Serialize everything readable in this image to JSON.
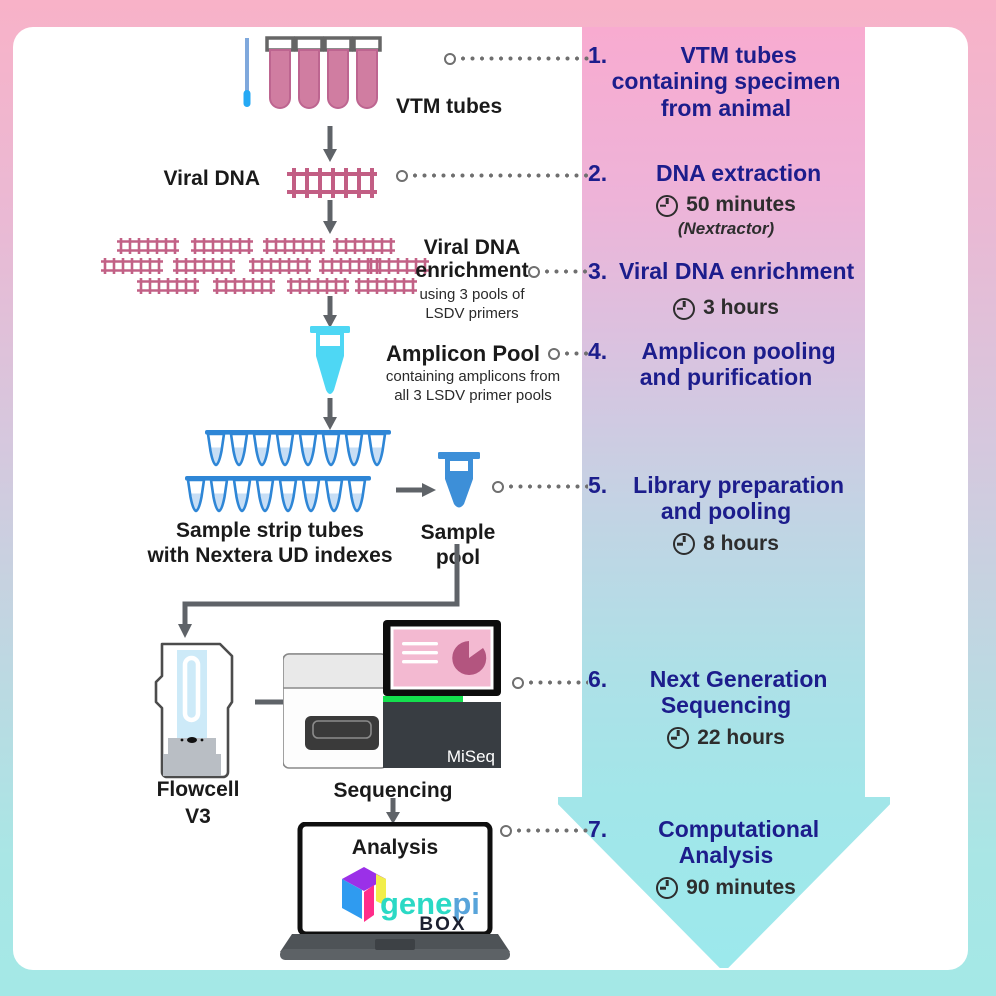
{
  "frame": {
    "bg_top": "#f8b2c8",
    "bg_bottom": "#a4e8e6"
  },
  "arrow": {
    "gradient_top": "#f8abd0",
    "gradient_bottom": "#9ce9ec"
  },
  "steps": {
    "s1": {
      "num": "1.",
      "line1": "VTM tubes",
      "line2": "containing specimen",
      "line3": "from animal"
    },
    "s2": {
      "num": "2.",
      "title": "DNA extraction",
      "time": "50 minutes",
      "note": "(Nextractor)"
    },
    "s3": {
      "num": "3.",
      "title": "Viral DNA enrichment",
      "time": "3 hours"
    },
    "s4": {
      "num": "4.",
      "line1": "Amplicon pooling",
      "line2": "and purification"
    },
    "s5": {
      "num": "5.",
      "line1": "Library preparation",
      "line2": "and pooling",
      "time": "8 hours"
    },
    "s6": {
      "num": "6.",
      "line1": "Next Generation",
      "line2": "Sequencing",
      "time": "22 hours"
    },
    "s7": {
      "num": "7.",
      "line1": "Computational",
      "line2": "Analysis",
      "time": "90 minutes"
    }
  },
  "diagram": {
    "vtm_label": "VTM tubes",
    "viral_dna_label": "Viral DNA",
    "enrichment_line1": "Viral DNA",
    "enrichment_line2": "enrichment",
    "enrichment_sub1": "using 3 pools of",
    "enrichment_sub2": "LSDV primers",
    "amplicon_label": "Amplicon Pool",
    "amplicon_sub1": "containing amplicons from",
    "amplicon_sub2": "all 3 LSDV primer pools",
    "strip_label1": "Sample strip tubes",
    "strip_label2": "with Nextera UD indexes",
    "sample_pool_label": "Sample pool",
    "flowcell_label1": "Flowcell",
    "flowcell_label2": "V3",
    "miseq_label": "MiSeq",
    "sequencing_label": "Sequencing",
    "analysis_label": "Analysis",
    "logo_gene": "gene",
    "logo_pi": "pi",
    "logo_box": "BOX"
  },
  "colors": {
    "step_text": "#1c1d8c",
    "time_text": "#2d2d2d",
    "tube_pink": "#d07da1",
    "dna_pink": "#c25e84",
    "cyan_tube": "#4ed7f4",
    "blue_tube": "#3d8fd8",
    "strip_blue": "#2e86d6",
    "green_strip": "#14e04e",
    "logo_teal": "#2bd9c5",
    "logo_blue": "#58a4da"
  }
}
